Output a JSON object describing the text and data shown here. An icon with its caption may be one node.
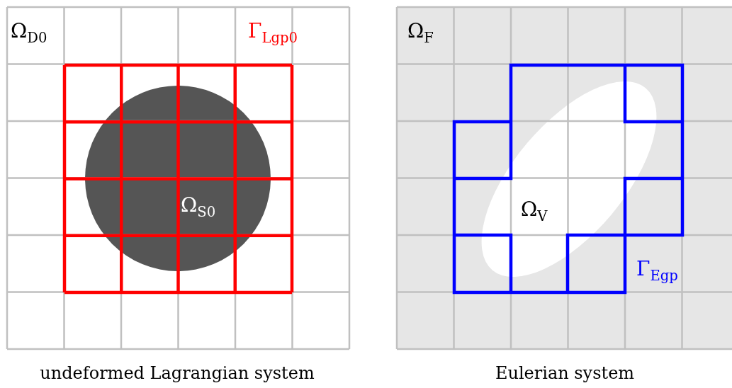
{
  "diagram": {
    "labels": [
      "Ω$_{D0}$",
      "Γ$_{Lgp0}$",
      "Ω$_{S0}$",
      "undeformed Lagrangian system",
      "Ω$_{F}$",
      "Ω$_{V}$",
      "Γ$_{Egp}$",
      "Eulerian system"
    ]
  }
}
